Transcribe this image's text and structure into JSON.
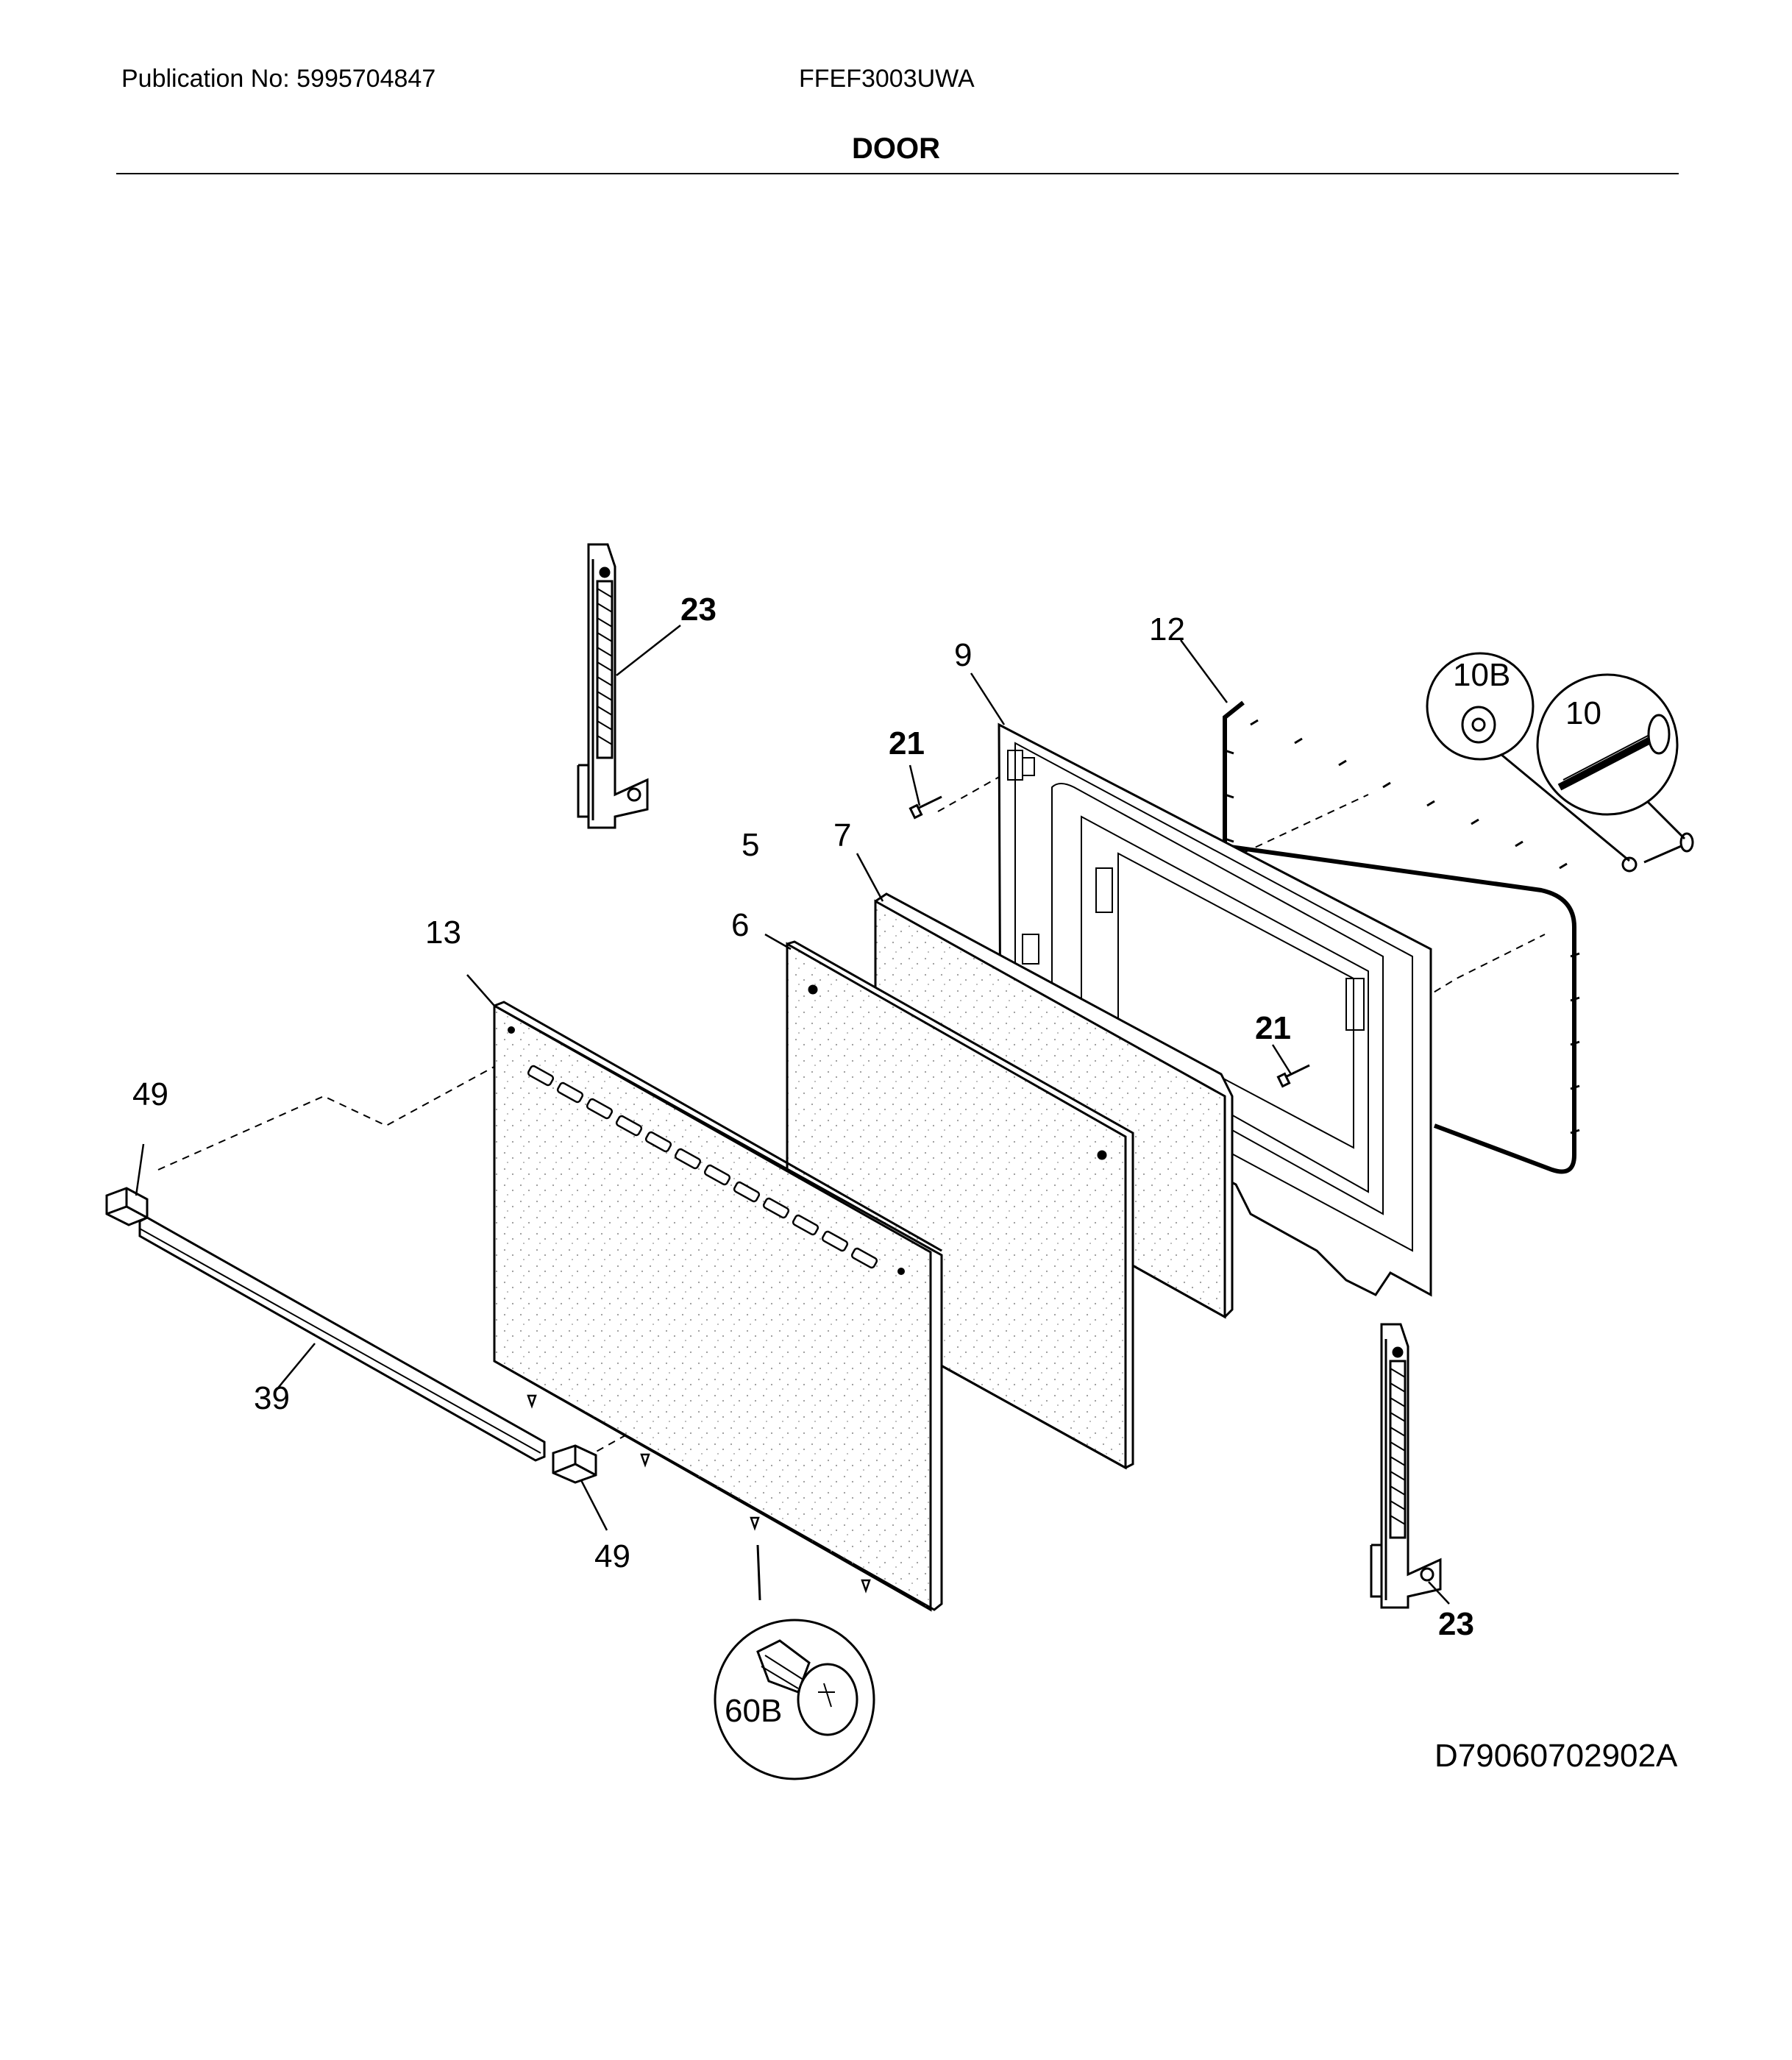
{
  "header": {
    "publication": "Publication No: 5995704847",
    "model": "FFEF3003UWA",
    "section_title": "DOOR"
  },
  "callouts": {
    "hinge_top": "23",
    "hinge_bottom": "23",
    "inner_door": "9",
    "gasket": "12",
    "washer_detail": "10B",
    "screw_detail": "10",
    "pin_top": "21",
    "pin_right": "21",
    "insulation_ref": "5",
    "insulation": "7",
    "glass": "6",
    "outer_door": "13",
    "end_cap_left": "49",
    "end_cap_right": "49",
    "trim_handle": "39",
    "screw_60b": "60B"
  },
  "drawing_number": "D79060702902A"
}
